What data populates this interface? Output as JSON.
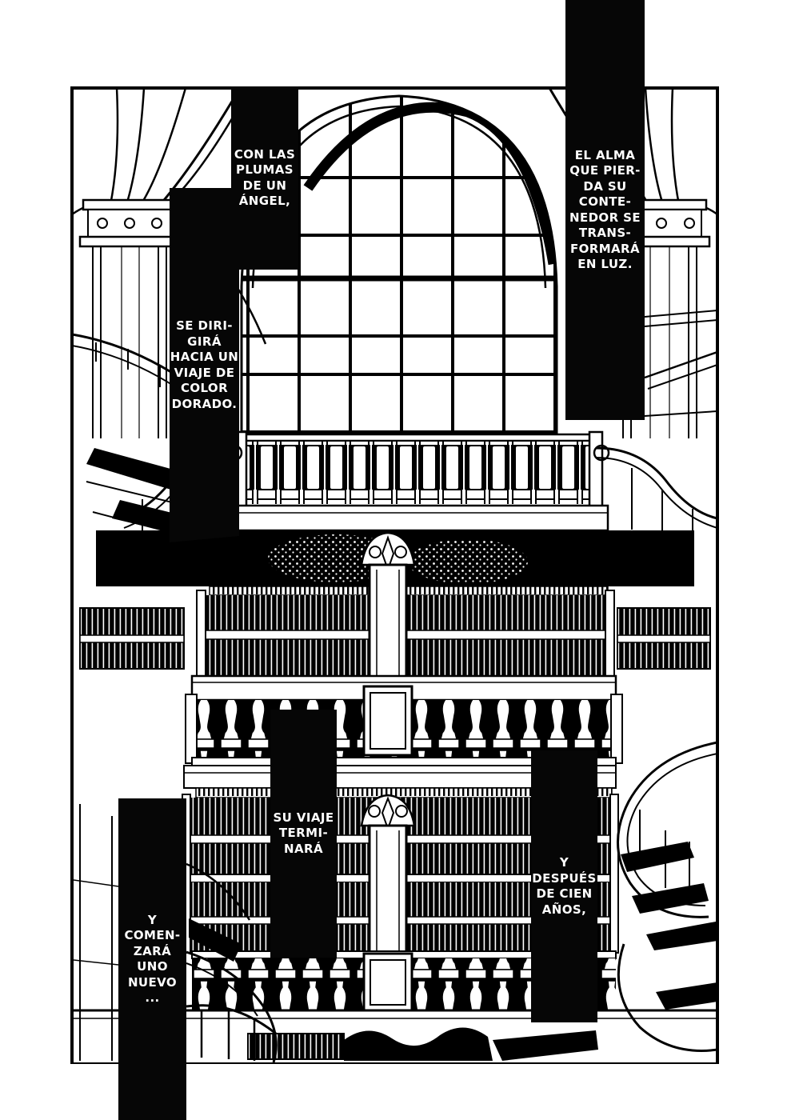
{
  "page": {
    "kind": "manga page",
    "language": "es"
  },
  "colors": {
    "ink": "#000000",
    "paper": "#ffffff",
    "caption_bg": "#060606",
    "caption_text": "#ffffff"
  },
  "captions": [
    {
      "id": "cap-plumas",
      "text": "CON LAS\nPLUMAS\nDE UN\nÁNGEL,"
    },
    {
      "id": "cap-alma",
      "text": "EL ALMA\nQUE PIER-\nDA SU\nCONTE-\nNEDOR SE\nTRANS-\nFORMARÁ\nEN LUZ."
    },
    {
      "id": "cap-dirigira",
      "text": "SE DIRI-\nGIRÁ\nHACIA UN\nVIAJE DE\nCOLOR\nDORADO."
    },
    {
      "id": "cap-viaje",
      "text": "SU VIAJE\nTERMI-\nNARÁ"
    },
    {
      "id": "cap-despues",
      "text": "Y\nDESPUÉS\nDE CIEN\nAÑOS,"
    },
    {
      "id": "cap-comenzara",
      "text": "Y\nCOMEN-\nZARÁ UNO\nNUEVO\n..."
    }
  ]
}
